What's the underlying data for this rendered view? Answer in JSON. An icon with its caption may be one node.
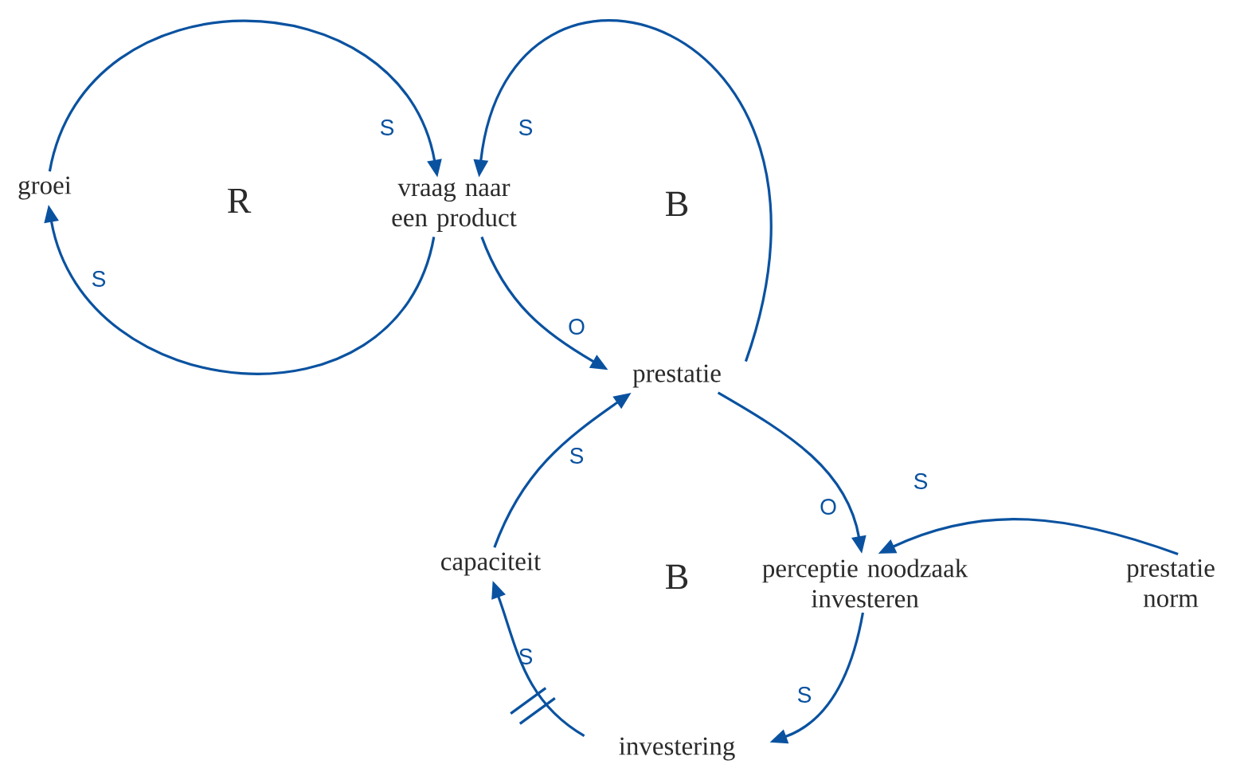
{
  "diagram": {
    "nodes": [
      {
        "text": [
          "groei"
        ]
      },
      {
        "text": [
          "vraag naar een product"
        ]
      },
      {
        "text": [
          "prestatie"
        ]
      },
      {
        "text": [
          "capaciteit"
        ]
      },
      {
        "text": [
          "perceptie noodzaak investeren"
        ]
      },
      {
        "text": [
          "prestatie norm"
        ]
      },
      {
        "text": [
          "investering"
        ]
      }
    ],
    "edges": [
      {
        "from": 0,
        "to": 1,
        "arrow": "to",
        "label": "S"
      },
      {
        "from": 1,
        "to": 0,
        "arrow": "to",
        "label": "S"
      },
      {
        "from": 2,
        "to": 1,
        "arrow": "to",
        "label": "S"
      },
      {
        "from": 1,
        "to": 2,
        "arrow": "to",
        "label": "O"
      },
      {
        "from": 3,
        "to": 2,
        "arrow": "to",
        "label": "S"
      },
      {
        "from": 2,
        "to": 4,
        "arrow": "to",
        "label": "O"
      },
      {
        "from": 5,
        "to": 4,
        "arrow": "to",
        "label": "S"
      },
      {
        "from": 4,
        "to": 6,
        "arrow": "to",
        "label": "S"
      },
      {
        "from": 6,
        "to": 3,
        "arrow": "to",
        "label": "S"
      }
    ],
    "labels": [
      "R",
      "B",
      "B"
    ]
  }
}
